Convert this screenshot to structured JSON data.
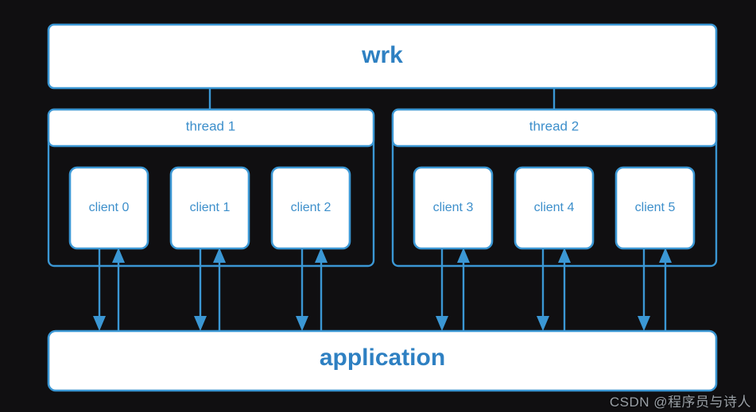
{
  "diagram": {
    "title": "wrk",
    "background_color": "#100f11",
    "accent_color": "#3b97d4",
    "box_fill_color": "#ffffff",
    "top_box": {
      "label": "wrk"
    },
    "threads": [
      {
        "label": "thread 1",
        "clients": [
          "client 0",
          "client 1",
          "client 2"
        ]
      },
      {
        "label": "thread 2",
        "clients": [
          "client 3",
          "client 4",
          "client 5"
        ]
      }
    ],
    "bottom_box": {
      "label": "application"
    },
    "clients_flat": [
      "client 0",
      "client 1",
      "client 2",
      "client 3",
      "client 4",
      "client 5"
    ]
  },
  "watermark": {
    "text": "CSDN @程序员与诗人"
  }
}
